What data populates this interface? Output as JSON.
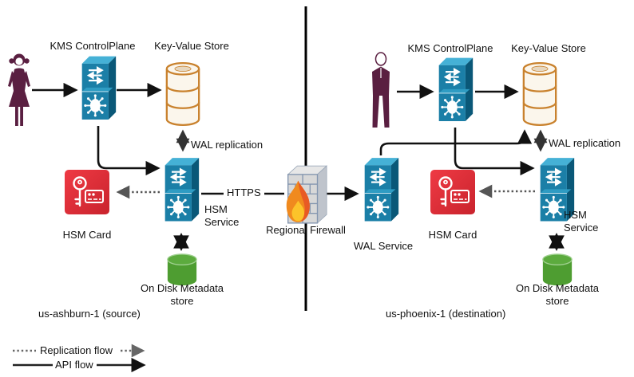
{
  "labels": {
    "kms_controlplane": "KMS ControlPlane",
    "key_value_store": "Key-Value Store",
    "wal_replication": "WAL replication",
    "hsm_service": "HSM Service",
    "hsm_card": "HSM Card",
    "wal_service": "WAL Service",
    "on_disk_store": "On Disk Metadata store",
    "https": "HTTPS",
    "regional_firewall": "Regional Firewall"
  },
  "regions": {
    "source": {
      "label": "us-ashburn-1 (source)"
    },
    "destination": {
      "label": "us-phoenix-1 (destination)"
    }
  },
  "legend": {
    "replication_flow": "Replication flow",
    "api_flow": "API flow"
  },
  "icons": {
    "user_source": "user-woman-icon",
    "user_destination": "user-man-icon",
    "kms_controlplane": "network-switch-icon",
    "hsm_service": "network-switch-icon",
    "wal_service": "network-switch-icon",
    "key_value_store": "database-cylinder-icon",
    "on_disk_store": "disk-store-cylinder-icon",
    "hsm_card": "key-card-icon",
    "firewall": "firewall-brick-flame-icon"
  },
  "colors": {
    "switch_front": "#1B7FA7",
    "switch_top": "#45B1D6",
    "switch_side": "#0A5878",
    "db_outline_orange": "#C9822E",
    "db_fill_cream": "#FBF6EC",
    "disk_green": "#4E9D31",
    "card_red": "#E8313C",
    "person_maroon": "#5A1F41",
    "flame_orange": "#F08A1E",
    "flame_yellow": "#FCC32A",
    "line_black": "#111111",
    "dotted_gray": "#555555"
  }
}
